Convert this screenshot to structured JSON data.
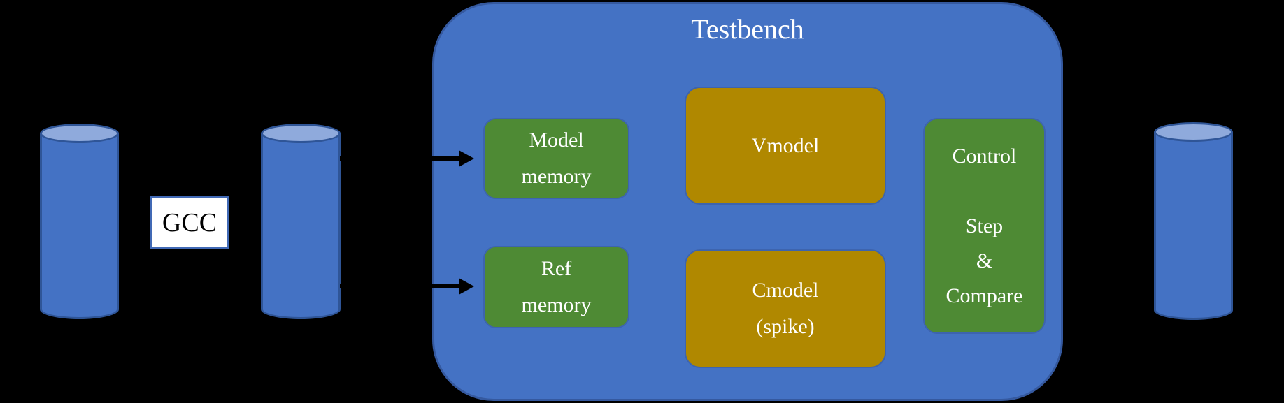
{
  "diagram": {
    "background_color": "#000000",
    "accent_blue": "#4472C4",
    "accent_blue_light": "#8FAADC",
    "accent_blue_dark": "#2F5597",
    "accent_green": "#4E8A34",
    "accent_gold": "#B08800",
    "text_color": "#FFFFFF"
  },
  "gcc": {
    "label": "GCC"
  },
  "testbench": {
    "title": "Testbench",
    "boxes": {
      "model_memory": {
        "lines": [
          "Model",
          "memory"
        ]
      },
      "ref_memory": {
        "lines": [
          "Ref",
          "memory"
        ]
      },
      "vmodel": {
        "lines": [
          "Vmodel"
        ]
      },
      "cmodel": {
        "lines": [
          "Cmodel",
          "(spike)"
        ]
      },
      "control": {
        "lines": [
          "Control",
          "",
          "Step",
          "&",
          "Compare"
        ]
      }
    }
  }
}
